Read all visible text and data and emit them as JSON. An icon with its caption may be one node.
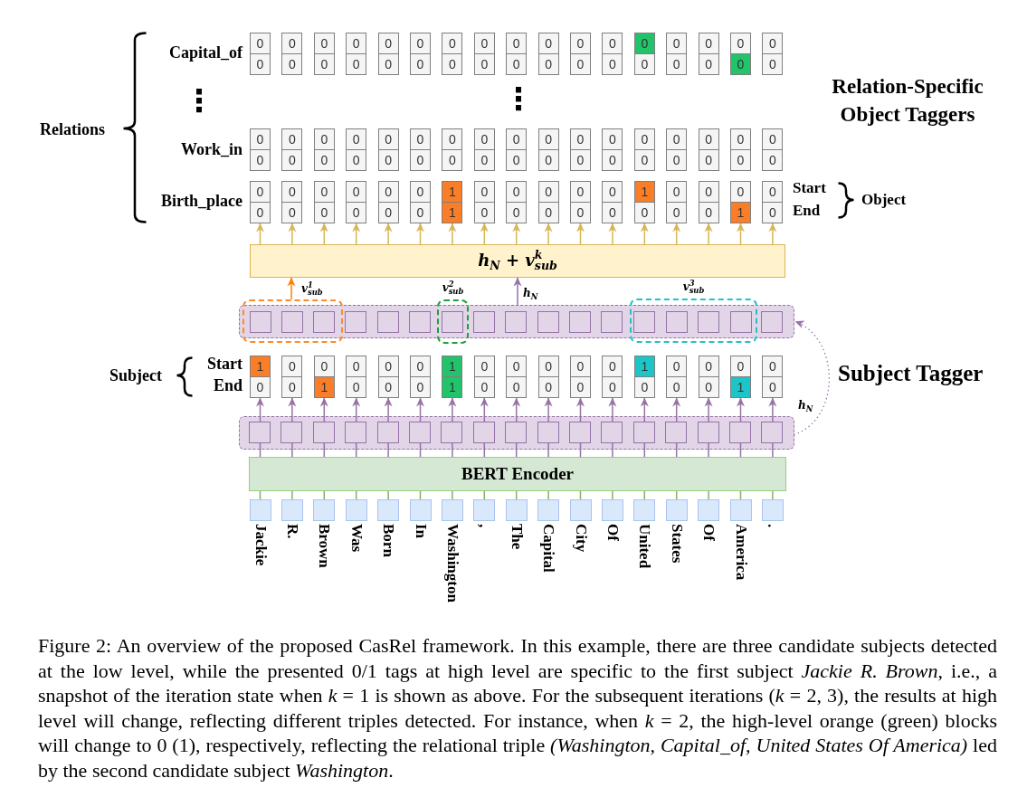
{
  "diagram": {
    "caption": "Figure 2: An overview of the proposed CasRel framework. In this example, there are three candidate subjects detected at the low level, while the presented 0/1 tags at high level are specific to the first subject *Jackie R. Brown*, i.e., a snapshot of the iteration state when *k* = 1 is shown as above. For the subsequent iterations (*k* = 2, 3), the results at high level will change, reflecting different triples detected. For instance, when *k* = 2, the high-level orange (green) blocks will change to 0 (1), respectively, reflecting the relational triple *(Washington, Capital_of, United States Of America)* led by the second candidate subject *Washington*.",
    "nodes": [
      {
        "text": [
          "0"
        ]
      },
      {
        "text": [
          "0"
        ]
      },
      {
        "text": [
          "0"
        ]
      },
      {
        "text": [
          "0"
        ]
      },
      {
        "text": [
          "0"
        ]
      },
      {
        "text": [
          "0"
        ]
      },
      {
        "text": [
          "0"
        ]
      },
      {
        "text": [
          "0"
        ]
      },
      {
        "text": [
          "0"
        ]
      },
      {
        "text": [
          "0"
        ]
      },
      {
        "text": [
          "0"
        ]
      },
      {
        "text": [
          "0"
        ]
      },
      {
        "text": [
          "0"
        ]
      },
      {
        "text": [
          "0"
        ]
      },
      {
        "text": [
          "0"
        ]
      },
      {
        "text": [
          "0"
        ]
      },
      {
        "text": [
          "0"
        ]
      },
      {
        "text": [
          "0"
        ]
      },
      {
        "text": [
          "0"
        ]
      },
      {
        "text": [
          "0"
        ]
      },
      {
        "text": [
          "0"
        ]
      },
      {
        "text": [
          "0"
        ]
      },
      {
        "text": [
          "0"
        ]
      },
      {
        "text": [
          "0"
        ]
      },
      {
        "text": [
          "0"
        ]
      },
      {
        "text": [
          "0"
        ]
      },
      {
        "text": [
          "0"
        ]
      },
      {
        "text": [
          "0"
        ]
      },
      {
        "text": [
          "0"
        ]
      },
      {
        "text": [
          "0"
        ]
      },
      {
        "text": [
          "0"
        ]
      },
      {
        "text": [
          "0"
        ]
      },
      {
        "text": [
          "0"
        ]
      },
      {
        "text": [
          "0"
        ]
      },
      {
        "text": [
          "0"
        ]
      },
      {
        "text": [
          "0"
        ]
      },
      {
        "text": [
          "0"
        ]
      },
      {
        "text": [
          "0"
        ]
      },
      {
        "text": [
          "0"
        ]
      },
      {
        "text": [
          "0"
        ]
      },
      {
        "text": [
          "0"
        ]
      },
      {
        "text": [
          "0"
        ]
      },
      {
        "text": [
          "0"
        ]
      },
      {
        "text": [
          "0"
        ]
      },
      {
        "text": [
          "0"
        ]
      },
      {
        "text": [
          "0"
        ]
      },
      {
        "text": [
          "0"
        ]
      },
      {
        "text": [
          "0"
        ]
      },
      {
        "text": [
          "0"
        ]
      },
      {
        "text": [
          "0"
        ]
      },
      {
        "text": [
          "0"
        ]
      },
      {
        "text": [
          "0"
        ]
      },
      {
        "text": [
          "0"
        ]
      },
      {
        "text": [
          "0"
        ]
      },
      {
        "text": [
          "0"
        ]
      },
      {
        "text": [
          "0"
        ]
      },
      {
        "text": [
          "0"
        ]
      },
      {
        "text": [
          "0"
        ]
      },
      {
        "text": [
          "0"
        ]
      },
      {
        "text": [
          "0"
        ]
      },
      {
        "text": [
          "0"
        ]
      },
      {
        "text": [
          "0"
        ]
      },
      {
        "text": [
          "0"
        ]
      },
      {
        "text": [
          "0"
        ]
      },
      {
        "text": [
          "0"
        ]
      },
      {
        "text": [
          "0"
        ]
      },
      {
        "text": [
          "0"
        ]
      },
      {
        "text": [
          "0"
        ]
      },
      {
        "text": [
          "0"
        ]
      },
      {
        "text": [
          "0"
        ]
      },
      {
        "text": [
          "0"
        ]
      },
      {
        "text": [
          "0"
        ]
      },
      {
        "text": [
          "0"
        ]
      },
      {
        "text": [
          "0"
        ]
      },
      {
        "text": [
          "1"
        ]
      },
      {
        "text": [
          "0"
        ]
      },
      {
        "text": [
          "0"
        ]
      },
      {
        "text": [
          "0"
        ]
      },
      {
        "text": [
          "0"
        ]
      },
      {
        "text": [
          "0"
        ]
      },
      {
        "text": [
          "1"
        ]
      },
      {
        "text": [
          "0"
        ]
      },
      {
        "text": [
          "0"
        ]
      },
      {
        "text": [
          "0"
        ]
      },
      {
        "text": [
          "0"
        ]
      },
      {
        "text": [
          "0"
        ]
      },
      {
        "text": [
          "0"
        ]
      },
      {
        "text": [
          "0"
        ]
      },
      {
        "text": [
          "0"
        ]
      },
      {
        "text": [
          "0"
        ]
      },
      {
        "text": [
          "0"
        ]
      },
      {
        "text": [
          "1"
        ]
      },
      {
        "text": [
          "0"
        ]
      },
      {
        "text": [
          "0"
        ]
      },
      {
        "text": [
          "0"
        ]
      },
      {
        "text": [
          "0"
        ]
      },
      {
        "text": [
          "0"
        ]
      },
      {
        "text": [
          "0"
        ]
      },
      {
        "text": [
          "0"
        ]
      },
      {
        "text": [
          "0"
        ]
      },
      {
        "text": [
          "1"
        ]
      },
      {
        "text": [
          "0"
        ]
      },
      {
        "text": [
          "h$_{N}$ + v$^{k}$$_{sub}$"
        ]
      },
      {
        "text": [],
        "shape": "box"
      },
      {
        "text": [],
        "shape": "box",
        "beside": [
          "v$^{2}$$_{sub}$"
        ]
      },
      {
        "text": [],
        "shape": "box",
        "beside": [
          "v$^{3}$$_{sub}$"
        ]
      },
      {
        "text": [],
        "shape": "bar"
      },
      {
        "text": [],
        "shape": "box"
      },
      {
        "text": [],
        "shape": "box"
      },
      {
        "text": [],
        "shape": "box"
      },
      {
        "text": [],
        "shape": "box",
        "in": 106
      },
      {
        "text": [],
        "shape": "box",
        "in": 106
      },
      {
        "text": [],
        "shape": "box",
        "in": 106
      },
      {
        "text": [],
        "shape": "box"
      },
      {
        "text": [],
        "shape": "box",
        "in": 106
      },
      {
        "text": [],
        "shape": "box",
        "in": 106
      },
      {
        "text": [],
        "shape": "box",
        "in": 106
      },
      {
        "text": [],
        "shape": "box",
        "in": 106
      },
      {
        "text": [],
        "shape": "box",
        "in": 106
      },
      {
        "text": [],
        "shape": "box"
      },
      {
        "text": [],
        "shape": "box"
      },
      {
        "text": [],
        "shape": "box"
      },
      {
        "text": [],
        "shape": "box"
      },
      {
        "text": [],
        "shape": "box",
        "in": 106
      },
      {
        "text": [
          "1"
        ]
      },
      {
        "text": [
          "0"
        ]
      },
      {
        "text": [
          "0"
        ]
      },
      {
        "text": [
          "0"
        ]
      },
      {
        "text": [
          "0"
        ]
      },
      {
        "text": [
          "0"
        ]
      },
      {
        "text": [
          "1"
        ]
      },
      {
        "text": [
          "0"
        ]
      },
      {
        "text": [
          "0"
        ]
      },
      {
        "text": [
          "0"
        ]
      },
      {
        "text": [
          "0"
        ]
      },
      {
        "text": [
          "0"
        ]
      },
      {
        "text": [
          "1"
        ]
      },
      {
        "text": [
          "0"
        ]
      },
      {
        "text": [
          "0"
        ]
      },
      {
        "text": [
          "0"
        ]
      },
      {
        "text": [
          "0"
        ]
      },
      {
        "text": [
          "0"
        ]
      },
      {
        "text": [
          "0"
        ]
      },
      {
        "text": [
          "1"
        ]
      },
      {
        "text": [
          "0"
        ]
      },
      {
        "text": [
          "0"
        ]
      },
      {
        "text": [
          "0"
        ]
      },
      {
        "text": [
          "1"
        ]
      },
      {
        "text": [
          "0"
        ]
      },
      {
        "text": [
          "0"
        ]
      },
      {
        "text": [
          "0"
        ]
      },
      {
        "text": [
          "0"
        ]
      },
      {
        "text": [
          "0"
        ]
      },
      {
        "text": [
          "0"
        ]
      },
      {
        "text": [
          "0"
        ]
      },
      {
        "text": [
          "0"
        ]
      },
      {
        "text": [
          "1"
        ]
      },
      {
        "text": [
          "0"
        ]
      },
      {
        "text": [],
        "shape": "bar"
      },
      {
        "text": [],
        "shape": "box",
        "in": 158
      },
      {
        "text": [],
        "shape": "box",
        "in": 158
      },
      {
        "text": [],
        "shape": "box",
        "in": 158
      },
      {
        "text": [],
        "shape": "box",
        "in": 158
      },
      {
        "text": [],
        "shape": "box",
        "in": 158
      },
      {
        "text": [],
        "shape": "box",
        "in": 158
      },
      {
        "text": [],
        "shape": "box",
        "in": 158
      },
      {
        "text": [],
        "shape": "box",
        "in": 158
      },
      {
        "text": [],
        "shape": "box",
        "in": 158
      },
      {
        "text": [],
        "shape": "box",
        "in": 158
      },
      {
        "text": [],
        "shape": "box",
        "in": 158
      },
      {
        "text": [],
        "shape": "box",
        "in": 158
      },
      {
        "text": [],
        "shape": "box",
        "in": 158
      },
      {
        "text": [],
        "shape": "box",
        "in": 158
      },
      {
        "text": [],
        "shape": "box",
        "in": 158
      },
      {
        "text": [],
        "shape": "box",
        "in": 158
      },
      {
        "text": [],
        "shape": "box",
        "in": 158
      },
      {
        "text": [
          "BERT Encoder"
        ]
      },
      {
        "text": [],
        "shape": "box",
        "beside": [
          "Jackie"
        ]
      },
      {
        "text": [],
        "shape": "box",
        "beside": [
          "R."
        ]
      },
      {
        "text": [],
        "shape": "box",
        "beside": [
          "Brown"
        ]
      },
      {
        "text": [],
        "shape": "box",
        "beside": [
          "Was"
        ]
      },
      {
        "text": [],
        "shape": "box",
        "beside": [
          "Born"
        ]
      },
      {
        "text": [],
        "shape": "box",
        "beside": [
          "In"
        ]
      },
      {
        "text": [],
        "shape": "box",
        "beside": [
          "Washington"
        ]
      },
      {
        "text": [],
        "shape": "box",
        "beside": [
          ","
        ]
      },
      {
        "text": [],
        "shape": "box",
        "beside": [
          "The"
        ]
      },
      {
        "text": [],
        "shape": "box",
        "beside": [
          "Capital"
        ]
      },
      {
        "text": [],
        "shape": "box",
        "beside": [
          "City"
        ]
      },
      {
        "text": [],
        "shape": "box",
        "beside": [
          "Of"
        ]
      },
      {
        "text": [],
        "shape": "box",
        "beside": [
          "United"
        ]
      },
      {
        "text": [],
        "shape": "box",
        "beside": [
          "States"
        ]
      },
      {
        "text": [],
        "shape": "box",
        "beside": [
          "Of"
        ]
      },
      {
        "text": [],
        "shape": "box",
        "beside": [
          "America"
        ]
      },
      {
        "text": [],
        "shape": "box",
        "beside": [
          "."
        ]
      }
    ],
    "edges": [
      {
        "from": 102,
        "to": 85,
        "arrow": "to",
        "color": "#d6b656"
      },
      {
        "from": 102,
        "to": 86,
        "arrow": "to",
        "color": "#d6b656"
      },
      {
        "from": 102,
        "to": 87,
        "arrow": "to",
        "color": "#d6b656"
      },
      {
        "from": 102,
        "to": 88,
        "arrow": "to",
        "color": "#d6b656"
      },
      {
        "from": 102,
        "to": 89,
        "arrow": "to",
        "color": "#d6b656"
      },
      {
        "from": 102,
        "to": 90,
        "arrow": "to",
        "color": "#d6b656"
      },
      {
        "from": 102,
        "to": 91,
        "arrow": "to",
        "color": "#d6b656"
      },
      {
        "from": 102,
        "to": 92,
        "arrow": "to",
        "color": "#d6b656"
      },
      {
        "from": 102,
        "to": 93,
        "arrow": "to",
        "color": "#d6b656"
      },
      {
        "from": 102,
        "to": 94,
        "arrow": "to",
        "color": "#d6b656"
      },
      {
        "from": 102,
        "to": 95,
        "arrow": "to",
        "color": "#d6b656"
      },
      {
        "from": 102,
        "to": 96,
        "arrow": "to",
        "color": "#d6b656"
      },
      {
        "from": 102,
        "to": 97,
        "arrow": "to",
        "color": "#d6b656"
      },
      {
        "from": 102,
        "to": 98,
        "arrow": "to",
        "color": "#d6b656"
      },
      {
        "from": 102,
        "to": 99,
        "arrow": "to",
        "color": "#d6b656"
      },
      {
        "from": 102,
        "to": 100,
        "arrow": "to",
        "color": "#d6b656"
      },
      {
        "from": 102,
        "to": 101,
        "arrow": "to",
        "color": "#d6b656"
      },
      {
        "from": 103,
        "to": 102,
        "arrow": "to",
        "label": "v$^{1}$$_{sub}$",
        "color": "#ff8000"
      },
      {
        "from": 106,
        "to": 102,
        "arrow": "to",
        "label": "h$_{N}$"
      },
      {
        "from": 159,
        "to": 141,
        "arrow": "to"
      },
      {
        "from": 160,
        "to": 142,
        "arrow": "to"
      },
      {
        "from": 161,
        "to": 143,
        "arrow": "to"
      },
      {
        "from": 162,
        "to": 144,
        "arrow": "to"
      },
      {
        "from": 163,
        "to": 145,
        "arrow": "to"
      },
      {
        "from": 164,
        "to": 146,
        "arrow": "to"
      },
      {
        "from": 165,
        "to": 147,
        "arrow": "to"
      },
      {
        "from": 166,
        "to": 148,
        "arrow": "to"
      },
      {
        "from": 167,
        "to": 149,
        "arrow": "to"
      },
      {
        "from": 168,
        "to": 150,
        "arrow": "to"
      },
      {
        "from": 169,
        "to": 151,
        "arrow": "to"
      },
      {
        "from": 170,
        "to": 152,
        "arrow": "to"
      },
      {
        "from": 171,
        "to": 153,
        "arrow": "to"
      },
      {
        "from": 172,
        "to": 154,
        "arrow": "to"
      },
      {
        "from": 173,
        "to": 155,
        "arrow": "to"
      },
      {
        "from": 174,
        "to": 156,
        "arrow": "to"
      },
      {
        "from": 175,
        "to": 157,
        "arrow": "to"
      },
      {
        "from": 158,
        "to": 106,
        "arrow": "to",
        "label": "h$_{N}$",
        "style": "dashed"
      },
      {
        "from": 176,
        "to": 159,
        "arrow": "none"
      },
      {
        "from": 176,
        "to": 160,
        "arrow": "none"
      },
      {
        "from": 176,
        "to": 161,
        "arrow": "none"
      },
      {
        "from": 176,
        "to": 162,
        "arrow": "none"
      },
      {
        "from": 176,
        "to": 163,
        "arrow": "none"
      },
      {
        "from": 176,
        "to": 164,
        "arrow": "none"
      },
      {
        "from": 176,
        "to": 165,
        "arrow": "none"
      },
      {
        "from": 176,
        "to": 166,
        "arrow": "none"
      },
      {
        "from": 176,
        "to": 167,
        "arrow": "none"
      },
      {
        "from": 176,
        "to": 168,
        "arrow": "none"
      },
      {
        "from": 176,
        "to": 169,
        "arrow": "none"
      },
      {
        "from": 176,
        "to": 170,
        "arrow": "none"
      },
      {
        "from": 176,
        "to": 171,
        "arrow": "none"
      },
      {
        "from": 176,
        "to": 172,
        "arrow": "none"
      },
      {
        "from": 176,
        "to": 173,
        "arrow": "none"
      },
      {
        "from": 176,
        "to": 174,
        "arrow": "none"
      },
      {
        "from": 176,
        "to": 175,
        "arrow": "none"
      },
      {
        "from": 177,
        "to": 176,
        "arrow": "none",
        "color": "#82b366"
      },
      {
        "from": 178,
        "to": 176,
        "arrow": "none",
        "color": "#82b366"
      },
      {
        "from": 179,
        "to": 176,
        "arrow": "none",
        "color": "#82b366"
      },
      {
        "from": 180,
        "to": 176,
        "arrow": "none",
        "color": "#82b366"
      },
      {
        "from": 181,
        "to": 176,
        "arrow": "none",
        "color": "#82b366"
      },
      {
        "from": 182,
        "to": 176,
        "arrow": "none",
        "color": "#82b366"
      },
      {
        "from": 183,
        "to": 176,
        "arrow": "none",
        "color": "#82b366"
      },
      {
        "from": 184,
        "to": 176,
        "arrow": "none",
        "color": "#82b366"
      },
      {
        "from": 185,
        "to": 176,
        "arrow": "none",
        "color": "#82b366"
      },
      {
        "from": 186,
        "to": 176,
        "arrow": "none",
        "color": "#82b366"
      },
      {
        "from": 187,
        "to": 176,
        "arrow": "none",
        "color": "#82b366"
      },
      {
        "from": 188,
        "to": 176,
        "arrow": "none",
        "color": "#82b366"
      },
      {
        "from": 189,
        "to": 176,
        "arrow": "none",
        "color": "#82b366"
      },
      {
        "from": 190,
        "to": 176,
        "arrow": "none",
        "color": "#82b366"
      },
      {
        "from": 191,
        "to": 176,
        "arrow": "none",
        "color": "#82b366"
      },
      {
        "from": 192,
        "to": 176,
        "arrow": "none",
        "color": "#82b366"
      },
      {
        "from": 193,
        "to": 176,
        "arrow": "none",
        "color": "#82b366"
      }
    ],
    "labels": [
      "Relations",
      "Capital_of",
      "⋮",
      "⋮",
      "Relation-Specific Object Taggers",
      "Work_in",
      "Birth_place",
      "Start",
      "End",
      "Object",
      "Subject",
      "Start",
      "End",
      "Subject Tagger"
    ]
  }
}
